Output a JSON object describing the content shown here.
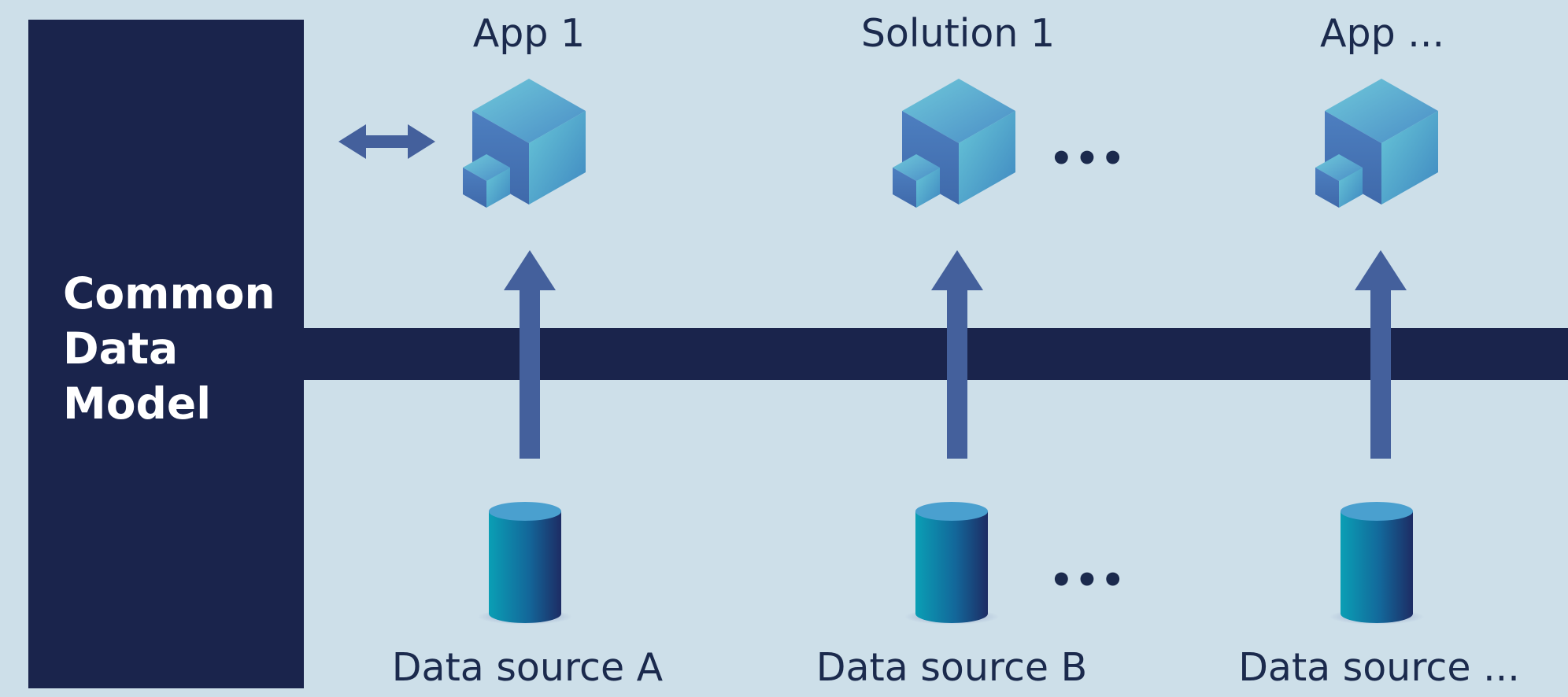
{
  "model": {
    "title_lines": [
      "Common",
      "Data",
      "Model"
    ]
  },
  "apps": [
    {
      "label": "App 1",
      "icon": "cube-app-icon"
    },
    {
      "label": "Solution 1",
      "icon": "cube-app-icon"
    },
    {
      "label": "App ...",
      "icon": "cube-app-icon"
    }
  ],
  "sources": [
    {
      "label": "Data source A",
      "icon": "database-cylinder-icon"
    },
    {
      "label": "Data source B",
      "icon": "database-cylinder-icon"
    },
    {
      "label": "Data source ...",
      "icon": "database-cylinder-icon"
    }
  ],
  "ellipsis_text": "•••",
  "colors": {
    "background": "#cddfe9",
    "model_bar": "#1a244c",
    "arrow": "#44609c",
    "text": "#1b2a4d"
  }
}
